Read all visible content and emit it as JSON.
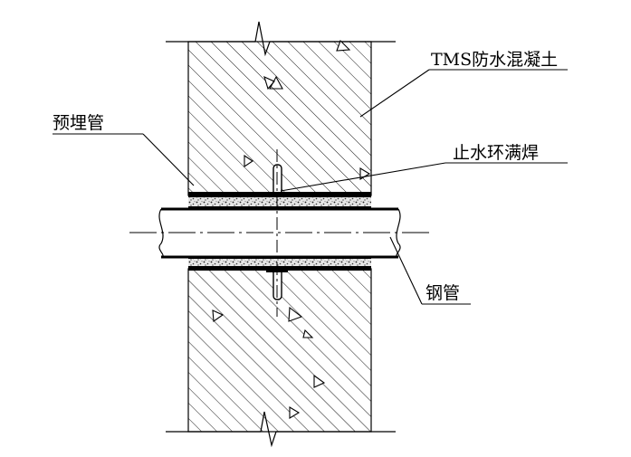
{
  "labels": {
    "concrete": "TMS防水混凝土",
    "embedded_pipe": "预埋管",
    "water_stop_ring": "止水环满焊",
    "steel_pipe": "钢管"
  },
  "colors": {
    "line": "#000000",
    "background": "#ffffff"
  }
}
